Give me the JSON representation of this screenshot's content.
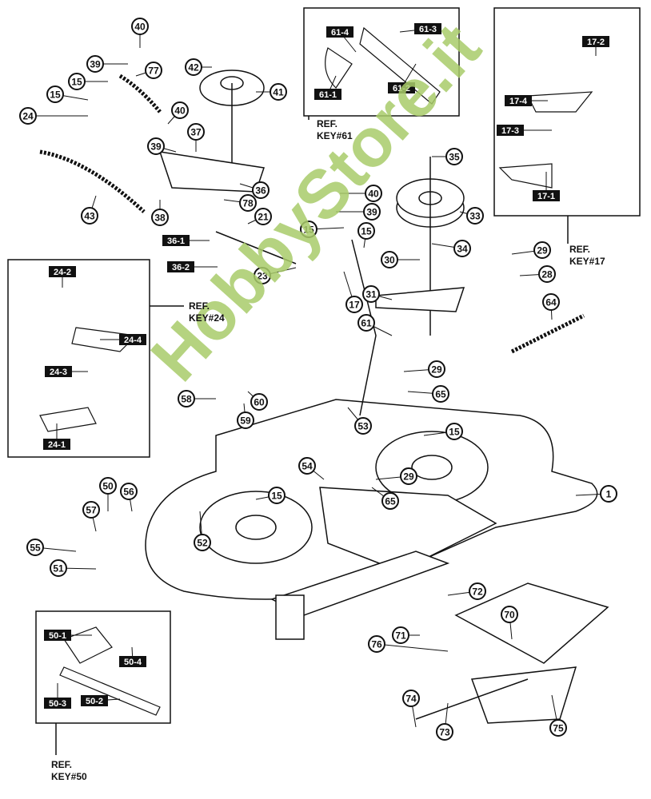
{
  "watermark": "HobbyStore.it",
  "colors": {
    "ink": "#111111",
    "watermark": "#a9cc6a",
    "background": "#ffffff"
  },
  "ref_keys": [
    {
      "ref": "REF.",
      "key": "KEY#61"
    },
    {
      "ref": "REF.",
      "key": "KEY#17"
    },
    {
      "ref": "REF.",
      "key": "KEY#24"
    },
    {
      "ref": "REF.",
      "key": "KEY#50"
    }
  ],
  "callouts": [
    "40",
    "39",
    "77",
    "15",
    "15",
    "24",
    "42",
    "41",
    "40",
    "37",
    "39",
    "36",
    "43",
    "38",
    "78",
    "21",
    "23",
    "15",
    "15",
    "40",
    "39",
    "35",
    "33",
    "34",
    "30",
    "29",
    "28",
    "31",
    "17",
    "64",
    "61",
    "29",
    "65",
    "58",
    "60",
    "59",
    "53",
    "54",
    "15",
    "29",
    "65",
    "15",
    "1",
    "50",
    "56",
    "57",
    "55",
    "52",
    "51",
    "72",
    "70",
    "71",
    "76",
    "74",
    "73",
    "75"
  ],
  "sub_labels": [
    "61-4",
    "61-3",
    "61-1",
    "61-2",
    "17-2",
    "17-4",
    "17-3",
    "17-1",
    "24-2",
    "24-4",
    "24-3",
    "24-1",
    "36-1",
    "36-2",
    "50-1",
    "50-4",
    "50-3",
    "50-2"
  ]
}
